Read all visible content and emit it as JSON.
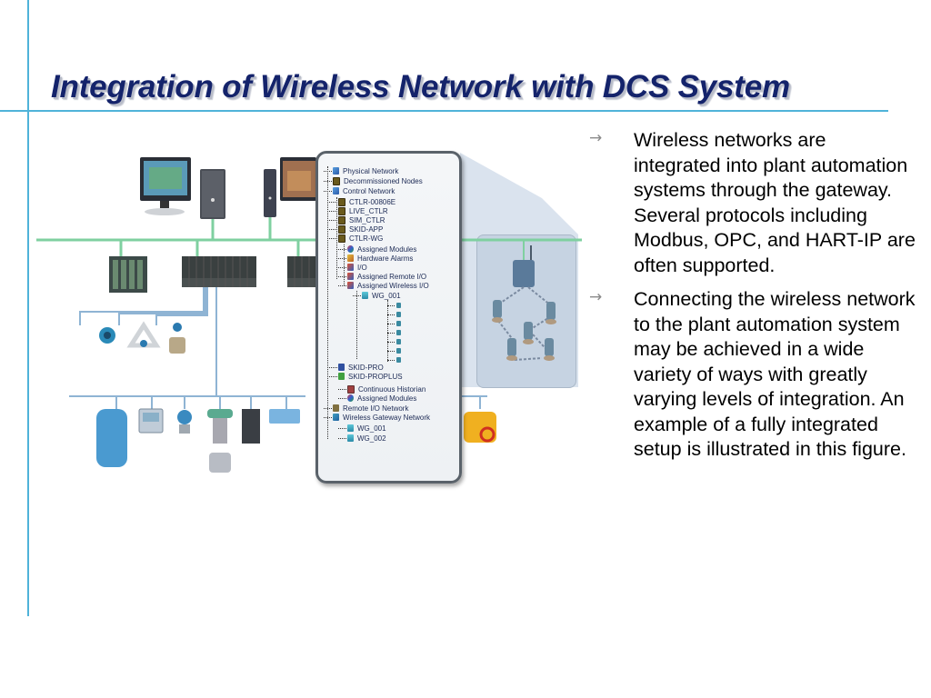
{
  "slide": {
    "title": "Integration of Wireless Network with DCS System",
    "bullets": [
      {
        "icon": "arrow-right-icon",
        "glyph": "→",
        "text": "Wireless networks are integrated into plant automation systems through the gateway. Several protocols including Modbus, OPC, and HART-IP are often supported."
      },
      {
        "icon": "arrow-right-icon",
        "glyph": "→",
        "text": "Connecting the wireless network to the plant automation system may be achieved in a wide variety  of ways  with greatly varying levels of integration. An example of a fully integrated setup is illustrated in this figure."
      }
    ]
  },
  "figure": {
    "tree": {
      "items": [
        {
          "label": "Physical Network",
          "icon": "network-icon"
        },
        {
          "label": "Decommissioned Nodes",
          "icon": "controller-icon"
        },
        {
          "label": "Control Network",
          "icon": "network-icon"
        },
        {
          "label": "CTLR-00806E",
          "icon": "controller-icon"
        },
        {
          "label": "LIVE_CTLR",
          "icon": "controller-icon"
        },
        {
          "label": "SIM_CTLR",
          "icon": "controller-icon"
        },
        {
          "label": "SKID-APP",
          "icon": "controller-icon"
        },
        {
          "label": "CTLR-WG",
          "icon": "controller-icon"
        },
        {
          "label": "Assigned Modules",
          "icon": "modules-icon"
        },
        {
          "label": "Hardware Alarms",
          "icon": "alarm-icon"
        },
        {
          "label": "I/O",
          "icon": "io-icon"
        },
        {
          "label": "Assigned Remote I/O",
          "icon": "io-icon"
        },
        {
          "label": "Assigned Wireless I/O",
          "icon": "io-icon"
        },
        {
          "label": "WG_001",
          "icon": "wireless-gateway-icon"
        },
        {
          "label": "SKID-PRO",
          "icon": "skid-icon"
        },
        {
          "label": "SKID-PROPLUS",
          "icon": "skid-icon"
        },
        {
          "label": "Continuous Historian",
          "icon": "historian-icon"
        },
        {
          "label": "Assigned Modules",
          "icon": "modules-icon"
        },
        {
          "label": "Remote I/O Network",
          "icon": "remote-io-icon"
        },
        {
          "label": "Wireless Gateway Network",
          "icon": "wireless-network-icon"
        },
        {
          "label": "WG_001",
          "icon": "wireless-gateway-icon"
        },
        {
          "label": "WG_002",
          "icon": "wireless-gateway-icon"
        }
      ]
    },
    "colors": {
      "control_network": "#7fd0a0",
      "field_bus": "#8fb4d4",
      "wireless_zone": "#c6d3e2",
      "title": "#14236b",
      "rule": "#4fb3d9"
    }
  }
}
